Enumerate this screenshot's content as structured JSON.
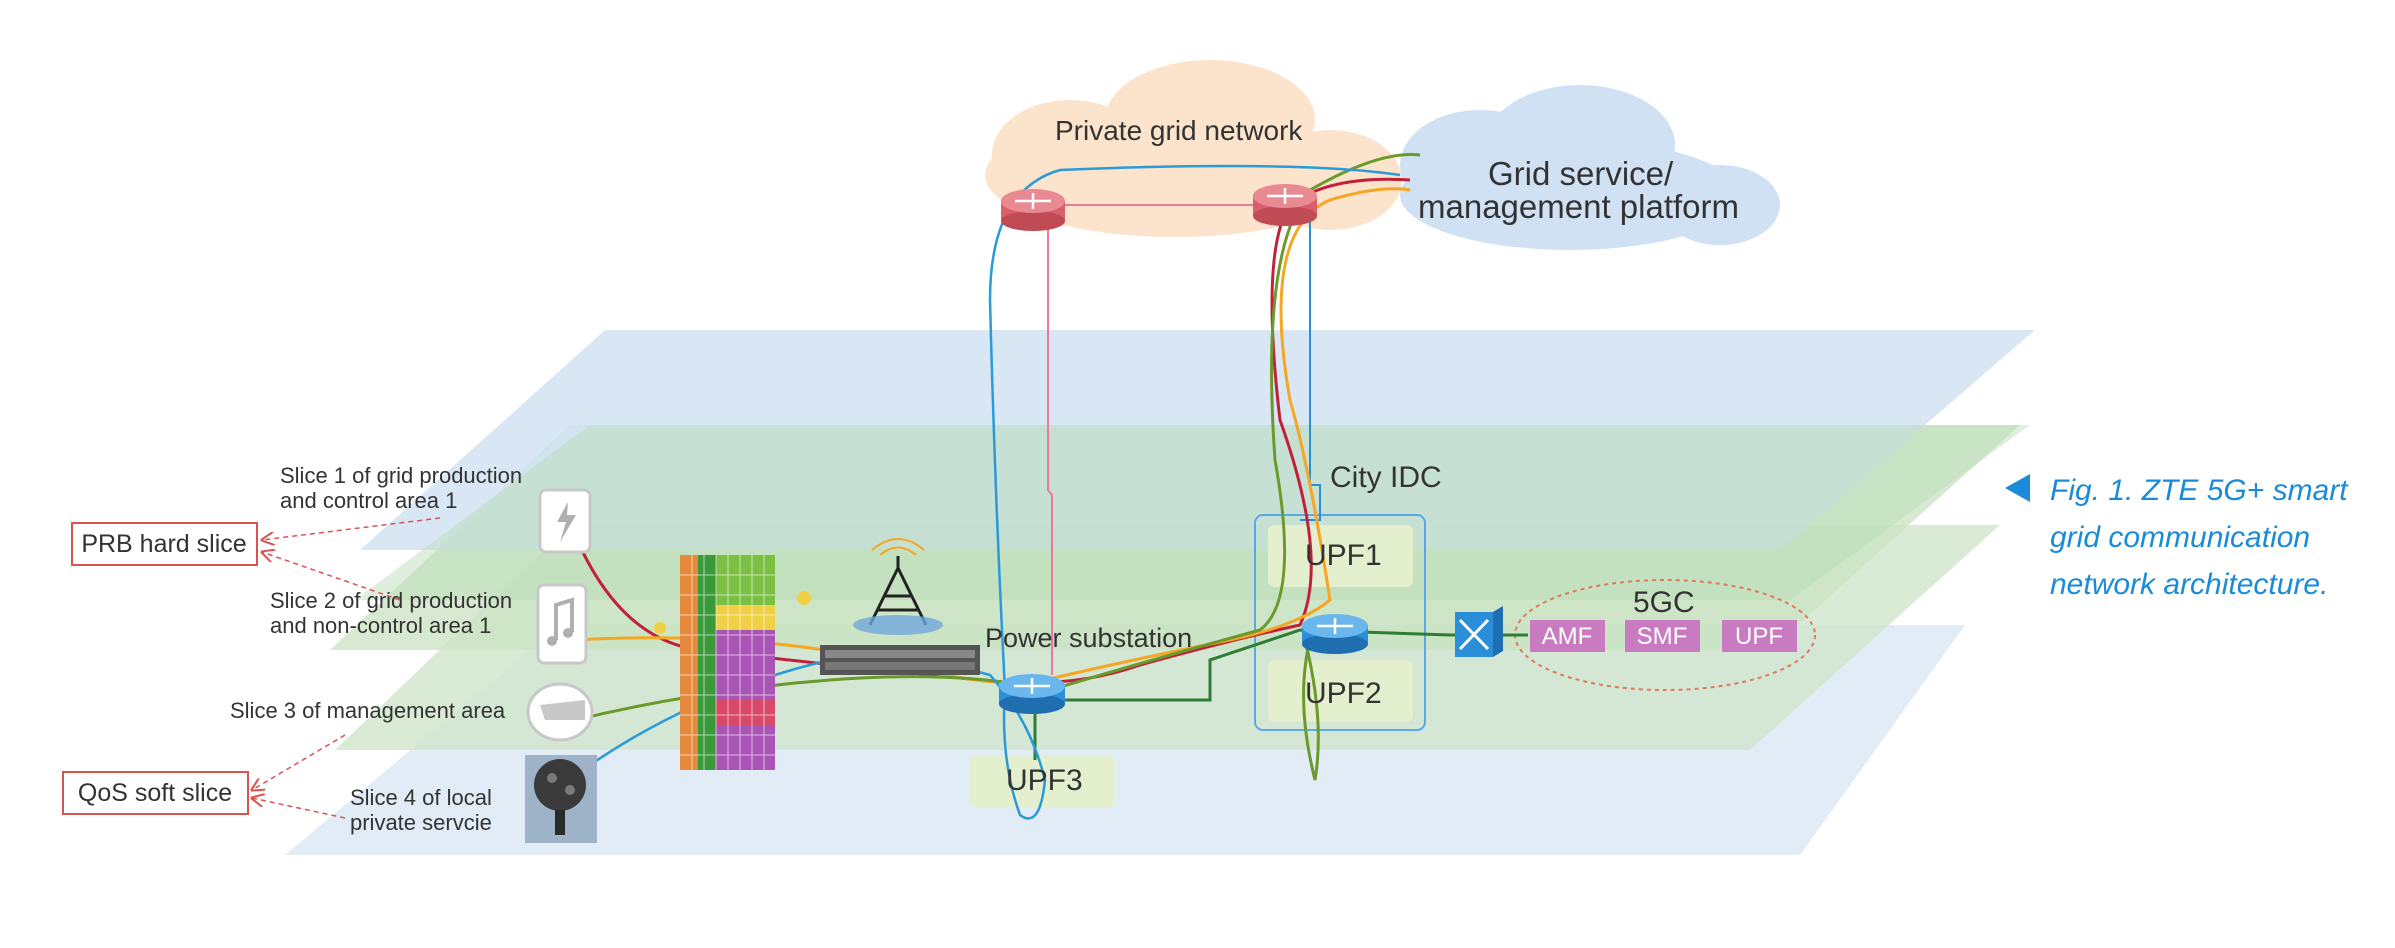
{
  "clouds": {
    "private_grid": "Private grid network",
    "platform_line1": "Grid service/",
    "platform_line2": "management platform",
    "core": "5GC"
  },
  "slices": [
    {
      "line1": "Slice 1 of grid production",
      "line2": "and control area 1"
    },
    {
      "line1": "Slice 2 of grid production",
      "line2": "and non-control area 1"
    },
    {
      "line1": "Slice 3 of management area",
      "line2": ""
    },
    {
      "line1": "Slice 4 of local",
      "line2": "private servcie"
    }
  ],
  "slice_types": {
    "hard": "PRB hard slice",
    "soft": "QoS soft slice"
  },
  "nodes": {
    "power_substation": "Power substation",
    "city_idc": "City IDC",
    "upf1": "UPF1",
    "upf2": "UPF2",
    "upf3": "UPF3"
  },
  "core_functions": [
    "AMF",
    "SMF",
    "UPF"
  ],
  "caption": {
    "line1": "Fig. 1. ZTE 5G+ smart",
    "line2": "grid communication",
    "line3": "network architecture."
  },
  "colors": {
    "slice1": "#c0203a",
    "slice2": "#f5a623",
    "slice3": "#6a9a2a",
    "slice4": "#2a9ad8",
    "backbone": "#2e7d32",
    "pink_link": "#e87aa0",
    "router_red": "#e06b73",
    "router_blue": "#2a8fd8",
    "core_tag": "#c97bc2",
    "caption": "#1a8bd8"
  }
}
